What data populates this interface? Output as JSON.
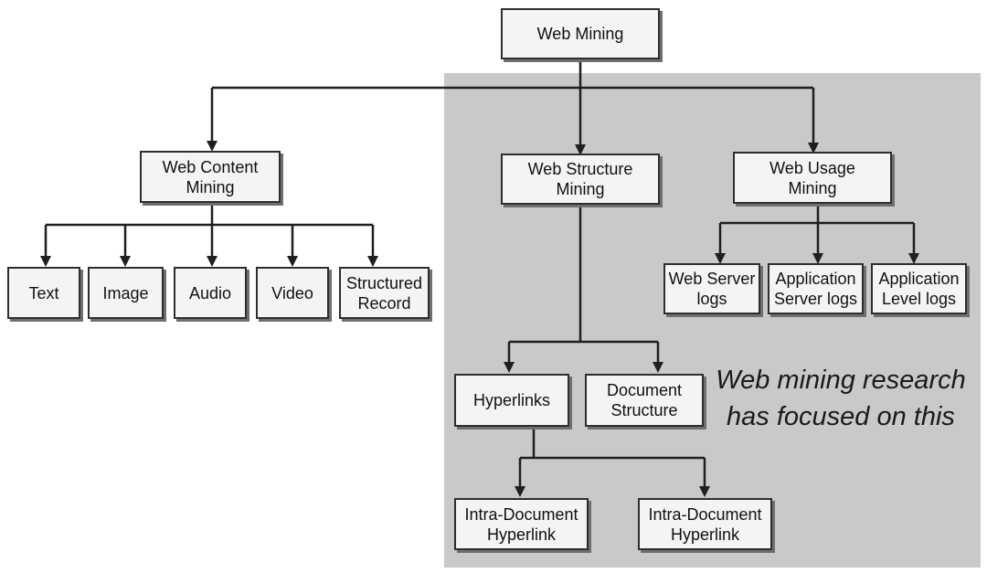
{
  "nodes": {
    "root": "Web Mining",
    "content": "Web Content\nMining",
    "structure": "Web Structure\nMining",
    "usage": "Web Usage\nMining",
    "text": "Text",
    "image": "Image",
    "audio": "Audio",
    "video": "Video",
    "structured_record": "Structured\nRecord",
    "web_server_logs": "Web Server\nlogs",
    "application_server_logs": "Application\nServer logs",
    "application_level_logs": "Application\nLevel logs",
    "hyperlinks": "Hyperlinks",
    "document_structure": "Document\nStructure",
    "intra_document_hyperlink_1": "Intra-Document\nHyperlink",
    "intra_document_hyperlink_2": "Intra-Document\nHyperlink"
  },
  "annotation": "Web mining research\nhas focused on this",
  "colors": {
    "highlight_region": "#c9c9c9",
    "box_fill": "#f4f4f4",
    "box_border": "#2e2e2e",
    "connector": "#1f1f1f"
  }
}
